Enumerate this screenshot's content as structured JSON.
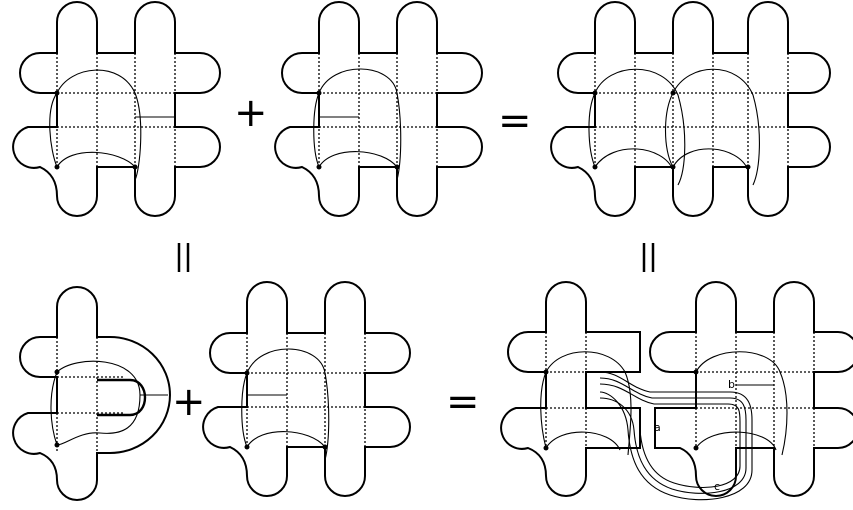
{
  "operators": {
    "plus": "+",
    "equals": "=",
    "equiv": "="
  },
  "labels": {
    "a": "a",
    "b": "b",
    "c": "c"
  }
}
